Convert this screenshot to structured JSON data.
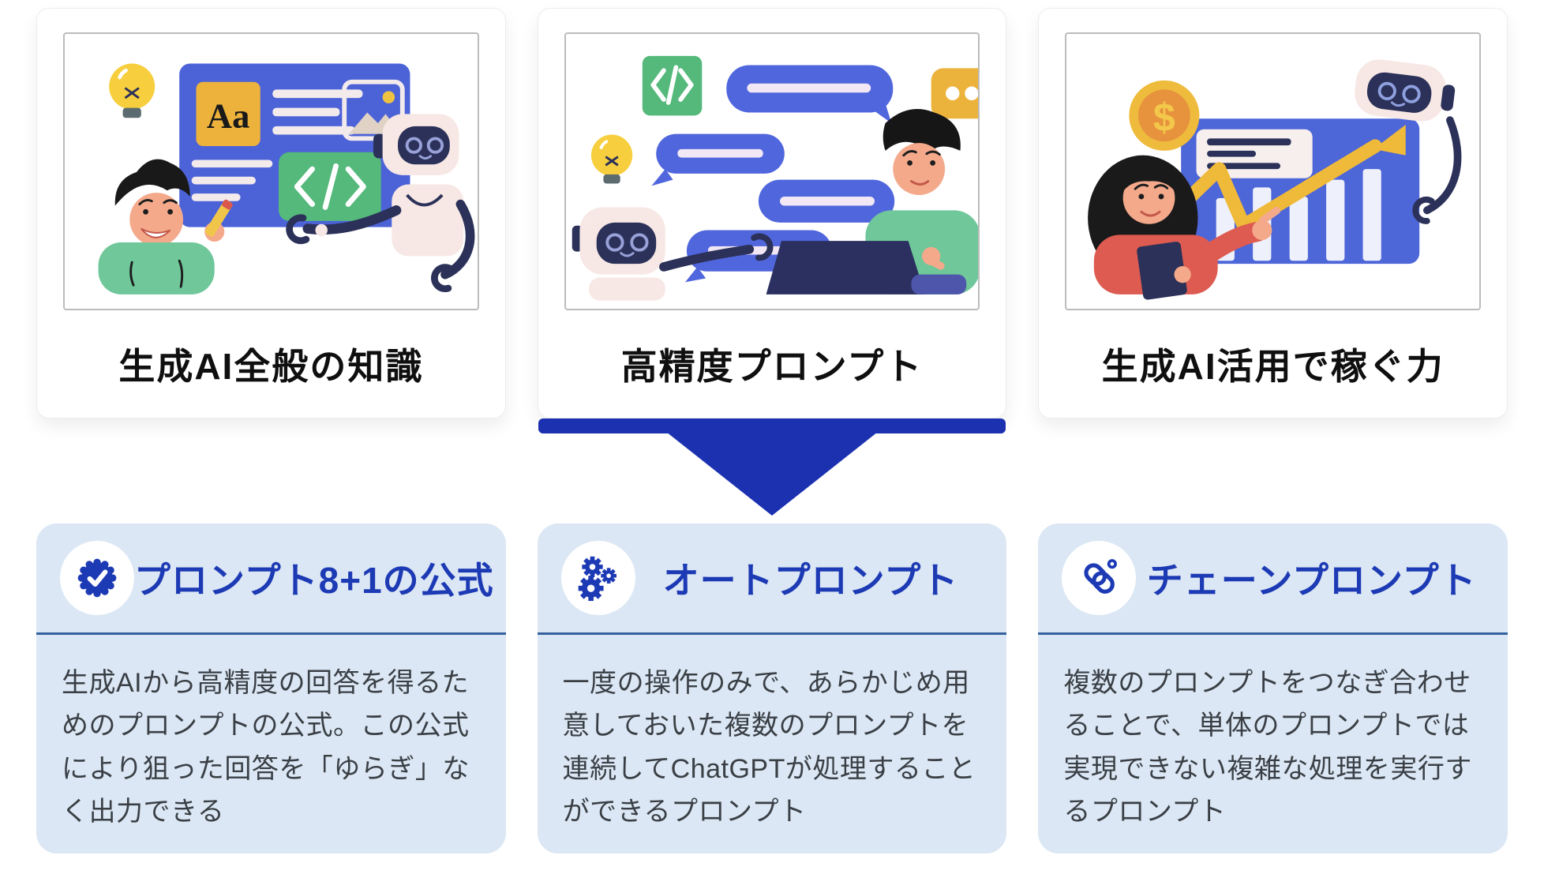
{
  "colors": {
    "accent_blue": "#1b31b0",
    "heading_blue": "#1d3ab5",
    "detail_card_bg": "#dbe7f4",
    "divider_blue": "#35629f",
    "body_text": "#3a3f45",
    "title_black": "#0f0f0f"
  },
  "top_cards": [
    {
      "title": "生成AI全般の知識",
      "illustration": "man-robot-editor-illustration",
      "highlighted": false
    },
    {
      "title": "高精度プロンプト",
      "illustration": "robot-chat-man-laptop-illustration",
      "highlighted": true
    },
    {
      "title": "生成AI活用で稼ぐ力",
      "illustration": "woman-growth-chart-robot-illustration",
      "highlighted": false
    }
  ],
  "bottom_cards": [
    {
      "icon": "badge-check-icon",
      "title": "プロンプト8+1の公式",
      "body": "生成AIから高精度の回答を得るためのプロンプトの公式。この公式により狙った回答を「ゆらぎ」なく出力できる"
    },
    {
      "icon": "gears-icon",
      "title": "オートプロンプト",
      "body": "一度の操作のみで、あらかじめ用意しておいた複数のプロンプトを連続してChatGPTが処理することができるプロンプト"
    },
    {
      "icon": "chain-link-icon",
      "title": "チェーンプロンプト",
      "body": "複数のプロンプトをつなぎ合わせることで、単体のプロンプトでは実現できない複雑な処理を実行するプロンプト"
    }
  ],
  "illustrations": {
    "aa_label": "Aa",
    "code_label": "</>",
    "dollar_label": "$"
  }
}
